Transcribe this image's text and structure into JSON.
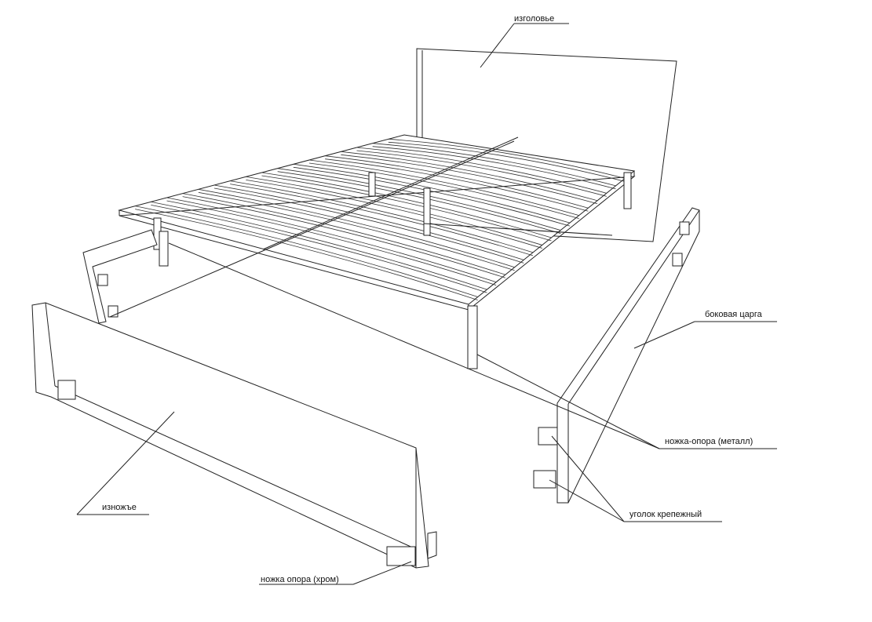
{
  "labels": {
    "headboard": "изголовье",
    "side_rail": "боковая царга",
    "metal_leg": "ножка-опора (металл)",
    "bracket": "уголок крепежный",
    "footboard": "изножъе",
    "chrome_leg": "ножка опора (хром)"
  },
  "colors": {
    "line": "#222222",
    "background": "#ffffff"
  }
}
